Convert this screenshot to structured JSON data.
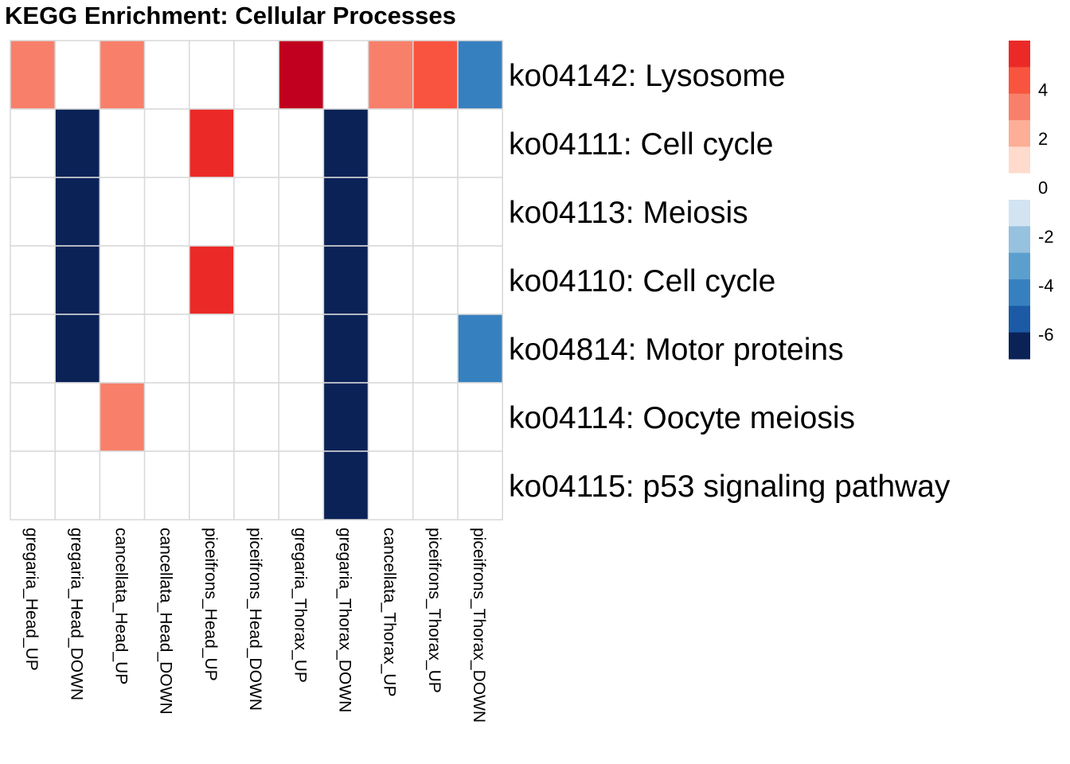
{
  "chart_data": {
    "type": "heatmap",
    "title": "KEGG Enrichment: Cellular Processes",
    "columns": [
      "gregaria_Head_UP",
      "gregaria_Head_DOWN",
      "cancellata_Head_UP",
      "cancellata_Head_DOWN",
      "piceifrons_Head_UP",
      "piceifrons_Head_DOWN",
      "gregaria_Thorax_UP",
      "gregaria_Thorax_DOWN",
      "cancellata_Thorax_UP",
      "piceifrons_Thorax_UP",
      "piceifrons_Thorax_DOWN"
    ],
    "rows": [
      "ko04142: Lysosome",
      "ko04111: Cell cycle",
      "ko04113: Meiosis",
      "ko04110: Cell cycle",
      "ko04814: Motor proteins",
      "ko04114: Oocyte meiosis",
      "ko04115: p53 signaling pathway"
    ],
    "values": [
      [
        3,
        0,
        3,
        0,
        0,
        0,
        6,
        0,
        3,
        4,
        -4
      ],
      [
        0,
        -7,
        0,
        0,
        5,
        0,
        0,
        -7,
        0,
        0,
        0
      ],
      [
        0,
        -7,
        0,
        0,
        0,
        0,
        0,
        -7,
        0,
        0,
        0
      ],
      [
        0,
        -7,
        0,
        0,
        5,
        0,
        0,
        -7,
        0,
        0,
        0
      ],
      [
        0,
        -7,
        0,
        0,
        0,
        0,
        0,
        -7,
        0,
        0,
        -4
      ],
      [
        0,
        0,
        3,
        0,
        0,
        0,
        0,
        -7,
        0,
        0,
        0
      ],
      [
        0,
        0,
        0,
        0,
        0,
        0,
        0,
        -7,
        0,
        0,
        0
      ]
    ],
    "legend": {
      "ticks": [
        4,
        2,
        0,
        -2,
        -4,
        -6
      ],
      "range": [
        -7,
        6
      ],
      "colors": [
        "#eb2a27",
        "#f9543f",
        "#f8806a",
        "#fcae96",
        "#fedbcc",
        "#ffffff",
        "#d2e3f2",
        "#96c1df",
        "#5b9fcf",
        "#3780bf",
        "#1c5aa6",
        "#0b2257"
      ]
    },
    "grid": true
  }
}
